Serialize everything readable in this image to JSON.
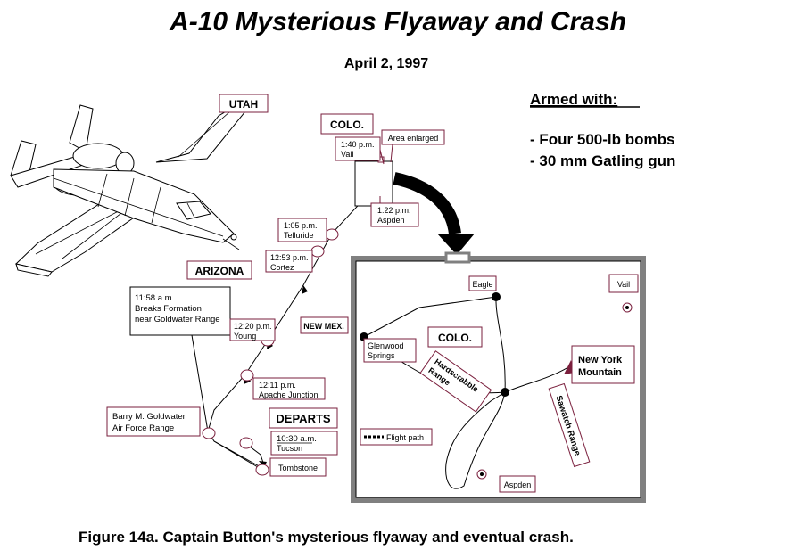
{
  "title": "A-10 Mysterious Flyaway and Crash",
  "date": "April 2, 1997",
  "armed": {
    "heading": "Armed with:",
    "items": [
      "- Four 500-lb bombs",
      "- 30 mm Gatling gun"
    ]
  },
  "states": {
    "utah": "UTAH",
    "colo": "COLO.",
    "arizona": "ARIZONA",
    "new_mex": "NEW MEX."
  },
  "route": {
    "area_enlarged": "Area enlarged",
    "vail_time": "1:40 p.m.",
    "vail_place": "Vail",
    "aspen_time": "1:22 p.m.",
    "aspen_place": "Aspden",
    "telluride_time": "1:05 p.m.",
    "telluride_place": "Telluride",
    "cortez_time": "12:53 p.m.",
    "cortez_place": "Cortez",
    "breaks_time": "11:58 a.m.",
    "breaks_line1": "Breaks Formation",
    "breaks_line2": "near Goldwater Range",
    "young_time": "12:20 p.m.",
    "young_place": "Young",
    "apache_time": "12:11 p.m.",
    "apache_place": "Apache Junction",
    "goldwater_line1": "Barry M. Goldwater",
    "goldwater_line2": "Air Force Range",
    "departs": "DEPARTS",
    "tucson_time": "10:30 a.m.",
    "tucson_place": "Tucson",
    "tombstone": "Tombstone"
  },
  "inset": {
    "vail": "Vail",
    "eagle": "Eagle",
    "glenwood_line1": "Glenwood",
    "glenwood_line2": "Springs",
    "colo": "COLO.",
    "hardscrabble_line1": "Hardscrabble",
    "hardscrabble_line2": "Range",
    "nym_line1": "New York",
    "nym_line2": "Mountain",
    "sawatch": "Sawatch Range",
    "legend": "Flight path",
    "aspen": "Aspden"
  },
  "caption": "Figure 14a.  Captain Button's mysterious flyaway and eventual crash."
}
